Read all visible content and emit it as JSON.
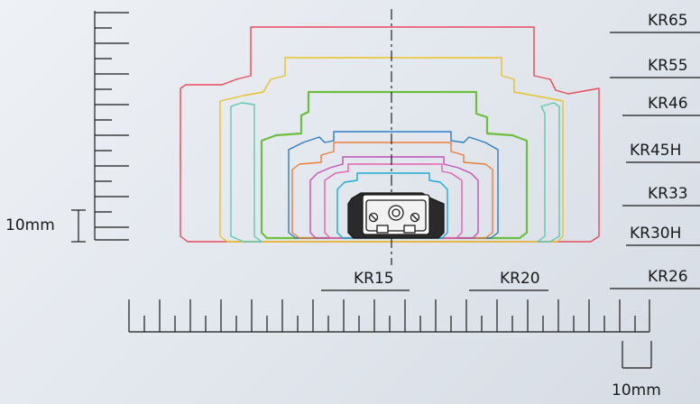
{
  "scale_labels": {
    "vertical": "10mm",
    "horizontal": "10mm"
  },
  "models": [
    {
      "name": "KR65",
      "color": "#e84a5a"
    },
    {
      "name": "KR55",
      "color": "#e8c12a"
    },
    {
      "name": "KR46",
      "color": "#5cc9b4"
    },
    {
      "name": "KR45H",
      "color": "#6cbf3c"
    },
    {
      "name": "KR33",
      "color": "#2f7cc6"
    },
    {
      "name": "KR30H",
      "color": "#ee7d3a"
    },
    {
      "name": "KR26",
      "color": "#c54fb8"
    },
    {
      "name": "KR20",
      "color": "#e860b0"
    },
    {
      "name": "KR15",
      "color": "#1aaad8"
    }
  ],
  "colors": {
    "line": "#1a1a1a",
    "centerline": "#222222",
    "block_fill": "#ffffff"
  }
}
